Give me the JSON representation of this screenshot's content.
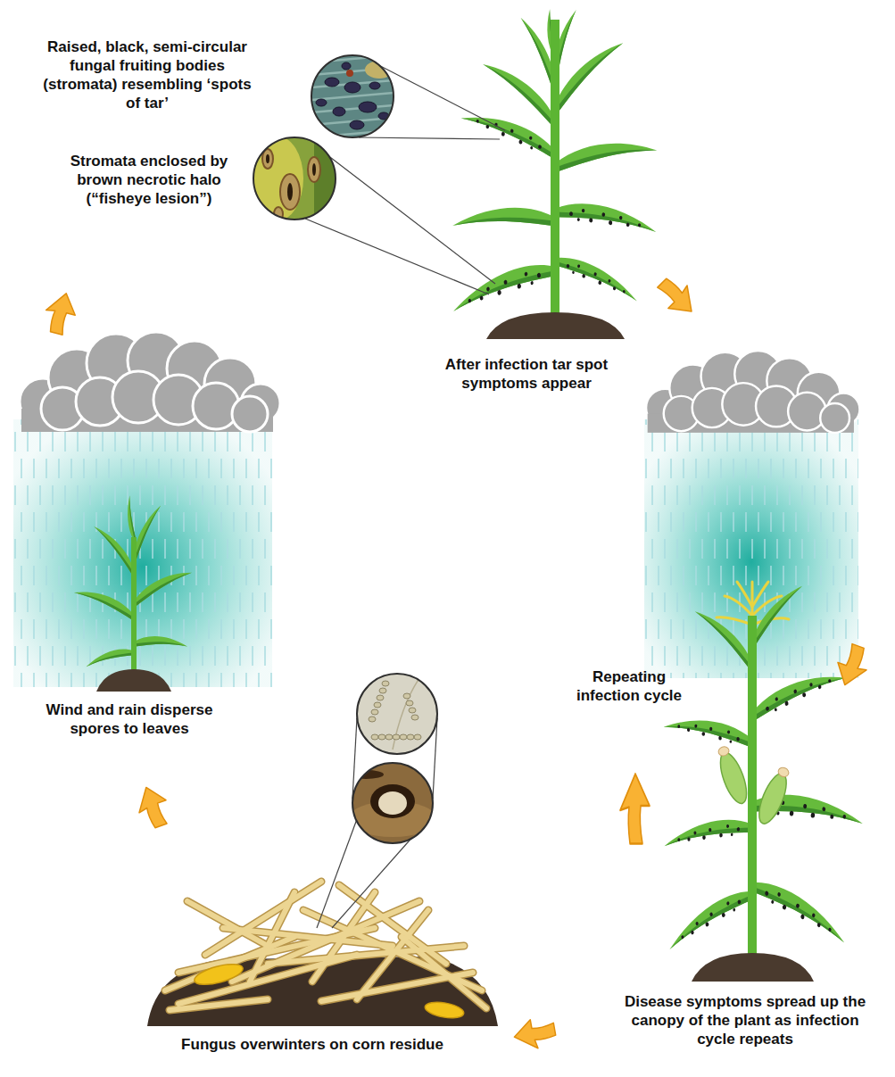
{
  "diagram": {
    "labels": [
      "Raised, black, semi-circular fungal fruiting bodies (stromata) resembling ‘spots of tar’",
      "Stromata enclosed by brown necrotic halo (“fisheye lesion”)",
      "After infection tar spot symptoms appear",
      "Repeating infection cycle",
      "Wind and rain disperse spores to leaves",
      "Disease symptoms spread up the canopy of the plant as infection cycle repeats",
      "Fungus overwinters on corn residue"
    ]
  }
}
